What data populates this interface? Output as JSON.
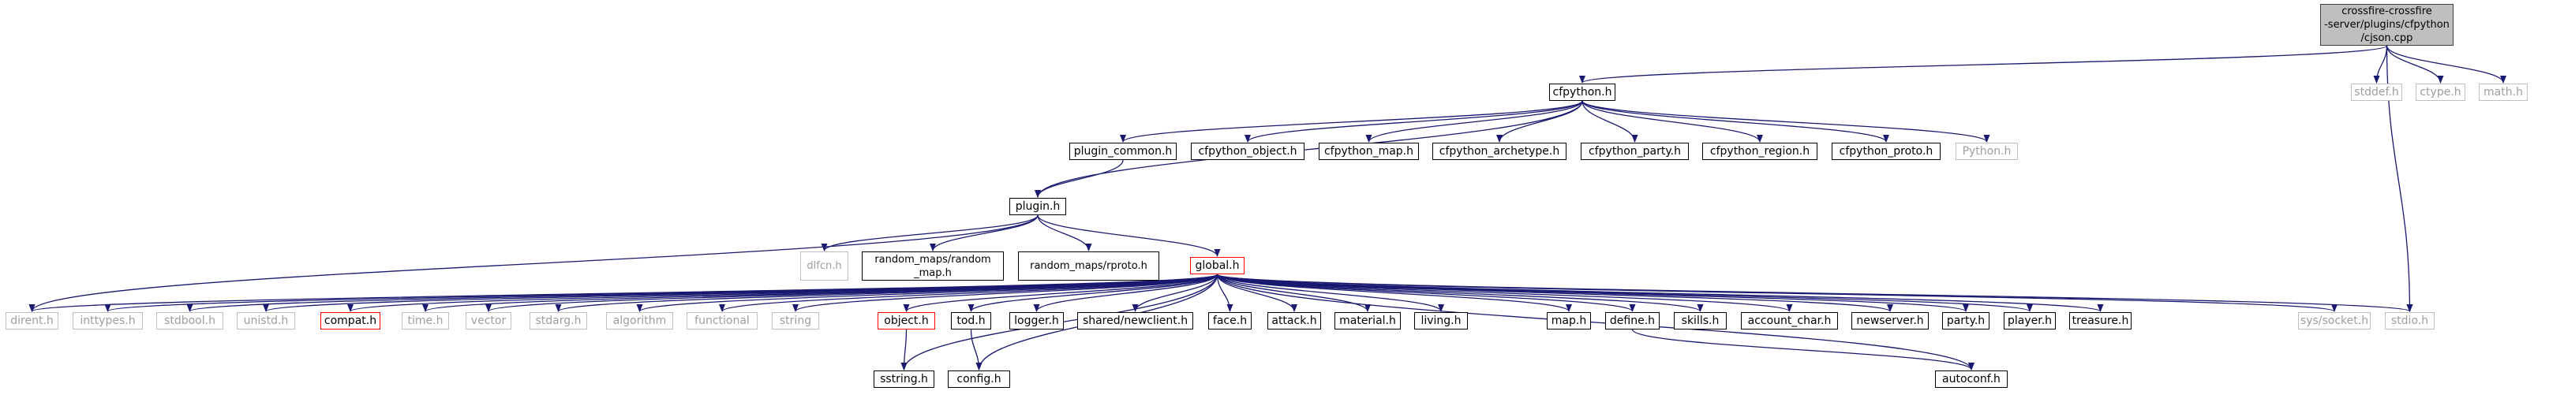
{
  "diagram": {
    "title": "",
    "edge_color": "#191970",
    "nodes": [
      {
        "id": "root",
        "label": "crossfire-crossfire\n-server/plugins/cfpython\n/cjson.cpp",
        "kind": "root"
      },
      {
        "id": "cfpython_h",
        "label": "cfpython.h",
        "kind": "doc"
      },
      {
        "id": "stddef_h",
        "label": "stddef.h",
        "kind": "ext"
      },
      {
        "id": "ctype_h",
        "label": "ctype.h",
        "kind": "ext"
      },
      {
        "id": "math_h",
        "label": "math.h",
        "kind": "ext"
      },
      {
        "id": "plugin_common_h",
        "label": "plugin_common.h",
        "kind": "doc"
      },
      {
        "id": "cfpython_object_h",
        "label": "cfpython_object.h",
        "kind": "doc"
      },
      {
        "id": "cfpython_map_h",
        "label": "cfpython_map.h",
        "kind": "doc"
      },
      {
        "id": "cfpython_archetype_h",
        "label": "cfpython_archetype.h",
        "kind": "doc"
      },
      {
        "id": "cfpython_party_h",
        "label": "cfpython_party.h",
        "kind": "doc"
      },
      {
        "id": "cfpython_region_h",
        "label": "cfpython_region.h",
        "kind": "doc"
      },
      {
        "id": "cfpython_proto_h",
        "label": "cfpython_proto.h",
        "kind": "doc"
      },
      {
        "id": "python_h",
        "label": "Python.h",
        "kind": "ext"
      },
      {
        "id": "plugin_h",
        "label": "plugin.h",
        "kind": "doc"
      },
      {
        "id": "dlfcn_h",
        "label": "dlfcn.h",
        "kind": "ext"
      },
      {
        "id": "random_map_h",
        "label": "random_maps/random\n_map.h",
        "kind": "doc"
      },
      {
        "id": "rproto_h",
        "label": "random_maps/rproto.h",
        "kind": "doc"
      },
      {
        "id": "global_h",
        "label": "global.h",
        "kind": "red"
      },
      {
        "id": "dirent_h",
        "label": "dirent.h",
        "kind": "ext"
      },
      {
        "id": "inttypes_h",
        "label": "inttypes.h",
        "kind": "ext"
      },
      {
        "id": "stdbool_h",
        "label": "stdbool.h",
        "kind": "ext"
      },
      {
        "id": "unistd_h",
        "label": "unistd.h",
        "kind": "ext"
      },
      {
        "id": "compat_h",
        "label": "compat.h",
        "kind": "red"
      },
      {
        "id": "time_h",
        "label": "time.h",
        "kind": "ext"
      },
      {
        "id": "vector",
        "label": "vector",
        "kind": "ext"
      },
      {
        "id": "stdarg_h",
        "label": "stdarg.h",
        "kind": "ext"
      },
      {
        "id": "algorithm",
        "label": "algorithm",
        "kind": "ext"
      },
      {
        "id": "functional",
        "label": "functional",
        "kind": "ext"
      },
      {
        "id": "string",
        "label": "string",
        "kind": "ext"
      },
      {
        "id": "object_h",
        "label": "object.h",
        "kind": "red"
      },
      {
        "id": "tod_h",
        "label": "tod.h",
        "kind": "doc"
      },
      {
        "id": "logger_h",
        "label": "logger.h",
        "kind": "doc"
      },
      {
        "id": "newclient_h",
        "label": "shared/newclient.h",
        "kind": "doc"
      },
      {
        "id": "face_h",
        "label": "face.h",
        "kind": "doc"
      },
      {
        "id": "attack_h",
        "label": "attack.h",
        "kind": "doc"
      },
      {
        "id": "material_h",
        "label": "material.h",
        "kind": "doc"
      },
      {
        "id": "living_h",
        "label": "living.h",
        "kind": "doc"
      },
      {
        "id": "map_h",
        "label": "map.h",
        "kind": "doc"
      },
      {
        "id": "define_h",
        "label": "define.h",
        "kind": "doc"
      },
      {
        "id": "skills_h",
        "label": "skills.h",
        "kind": "doc"
      },
      {
        "id": "account_char_h",
        "label": "account_char.h",
        "kind": "doc"
      },
      {
        "id": "newserver_h",
        "label": "newserver.h",
        "kind": "doc"
      },
      {
        "id": "party_h",
        "label": "party.h",
        "kind": "doc"
      },
      {
        "id": "player_h",
        "label": "player.h",
        "kind": "doc"
      },
      {
        "id": "treasure_h",
        "label": "treasure.h",
        "kind": "doc"
      },
      {
        "id": "sys_socket_h",
        "label": "sys/socket.h",
        "kind": "ext"
      },
      {
        "id": "stdio_h",
        "label": "stdio.h",
        "kind": "ext"
      },
      {
        "id": "sstring_h",
        "label": "sstring.h",
        "kind": "doc"
      },
      {
        "id": "config_h",
        "label": "config.h",
        "kind": "doc"
      },
      {
        "id": "autoconf_h",
        "label": "autoconf.h",
        "kind": "doc"
      }
    ],
    "edges": [
      [
        "root",
        "cfpython_h"
      ],
      [
        "root",
        "stddef_h"
      ],
      [
        "root",
        "ctype_h"
      ],
      [
        "root",
        "math_h"
      ],
      [
        "root",
        "stdio_h"
      ],
      [
        "cfpython_h",
        "plugin_common_h"
      ],
      [
        "cfpython_h",
        "cfpython_object_h"
      ],
      [
        "cfpython_h",
        "cfpython_map_h"
      ],
      [
        "cfpython_h",
        "cfpython_archetype_h"
      ],
      [
        "cfpython_h",
        "cfpython_party_h"
      ],
      [
        "cfpython_h",
        "cfpython_region_h"
      ],
      [
        "cfpython_h",
        "cfpython_proto_h"
      ],
      [
        "cfpython_h",
        "python_h"
      ],
      [
        "cfpython_h",
        "plugin_h"
      ],
      [
        "plugin_common_h",
        "plugin_h"
      ],
      [
        "plugin_h",
        "dirent_h"
      ],
      [
        "plugin_h",
        "dlfcn_h"
      ],
      [
        "plugin_h",
        "random_map_h"
      ],
      [
        "plugin_h",
        "rproto_h"
      ],
      [
        "plugin_h",
        "global_h"
      ],
      [
        "global_h",
        "dirent_h"
      ],
      [
        "global_h",
        "inttypes_h"
      ],
      [
        "global_h",
        "stdbool_h"
      ],
      [
        "global_h",
        "unistd_h"
      ],
      [
        "global_h",
        "compat_h"
      ],
      [
        "global_h",
        "time_h"
      ],
      [
        "global_h",
        "vector"
      ],
      [
        "global_h",
        "stdarg_h"
      ],
      [
        "global_h",
        "algorithm"
      ],
      [
        "global_h",
        "functional"
      ],
      [
        "global_h",
        "string"
      ],
      [
        "global_h",
        "object_h"
      ],
      [
        "global_h",
        "tod_h"
      ],
      [
        "global_h",
        "logger_h"
      ],
      [
        "global_h",
        "newclient_h"
      ],
      [
        "global_h",
        "face_h"
      ],
      [
        "global_h",
        "attack_h"
      ],
      [
        "global_h",
        "material_h"
      ],
      [
        "global_h",
        "living_h"
      ],
      [
        "global_h",
        "map_h"
      ],
      [
        "global_h",
        "define_h"
      ],
      [
        "global_h",
        "skills_h"
      ],
      [
        "global_h",
        "account_char_h"
      ],
      [
        "global_h",
        "newserver_h"
      ],
      [
        "global_h",
        "party_h"
      ],
      [
        "global_h",
        "player_h"
      ],
      [
        "global_h",
        "treasure_h"
      ],
      [
        "global_h",
        "sys_socket_h"
      ],
      [
        "global_h",
        "stdio_h"
      ],
      [
        "global_h",
        "sstring_h"
      ],
      [
        "global_h",
        "config_h"
      ],
      [
        "global_h",
        "autoconf_h"
      ],
      [
        "object_h",
        "sstring_h"
      ],
      [
        "tod_h",
        "config_h"
      ],
      [
        "define_h",
        "autoconf_h"
      ]
    ]
  }
}
